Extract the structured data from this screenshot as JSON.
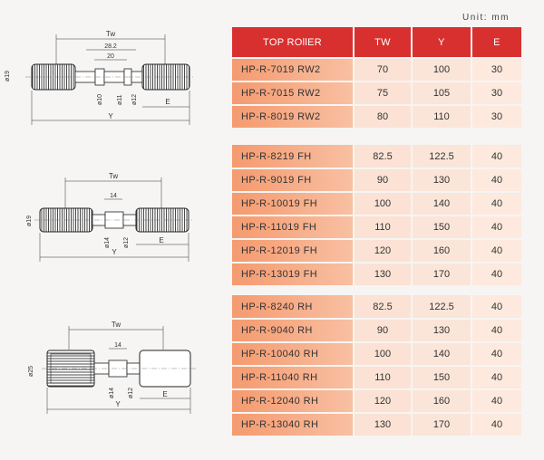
{
  "unit_label": "Unit: mm",
  "header": {
    "model": "TOP ROllER",
    "tw": "TW",
    "y": "Y",
    "e": "E"
  },
  "groups": [
    {
      "rows": [
        {
          "model": "HP-R-7019 RW2",
          "tw": "70",
          "y": "100",
          "e": "30"
        },
        {
          "model": "HP-R-7015 RW2",
          "tw": "75",
          "y": "105",
          "e": "30"
        },
        {
          "model": "HP-R-8019 RW2",
          "tw": "80",
          "y": "110",
          "e": "30"
        }
      ]
    },
    {
      "rows": [
        {
          "model": "HP-R-8219 FH",
          "tw": "82.5",
          "y": "122.5",
          "e": "40"
        },
        {
          "model": "HP-R-9019 FH",
          "tw": "90",
          "y": "130",
          "e": "40"
        },
        {
          "model": "HP-R-10019 FH",
          "tw": "100",
          "y": "140",
          "e": "40"
        },
        {
          "model": "HP-R-11019 FH",
          "tw": "110",
          "y": "150",
          "e": "40"
        },
        {
          "model": "HP-R-12019 FH",
          "tw": "120",
          "y": "160",
          "e": "40"
        },
        {
          "model": "HP-R-13019 FH",
          "tw": "130",
          "y": "170",
          "e": "40"
        }
      ]
    },
    {
      "rows": [
        {
          "model": "HP-R-8240 RH",
          "tw": "82.5",
          "y": "122.5",
          "e": "40"
        },
        {
          "model": "HP-R-9040 RH",
          "tw": "90",
          "y": "130",
          "e": "40"
        },
        {
          "model": "HP-R-10040 RH",
          "tw": "100",
          "y": "140",
          "e": "40"
        },
        {
          "model": "HP-R-11040 RH",
          "tw": "110",
          "y": "150",
          "e": "40"
        },
        {
          "model": "HP-R-12040 RH",
          "tw": "120",
          "y": "160",
          "e": "40"
        },
        {
          "model": "HP-R-13040 RH",
          "tw": "130",
          "y": "170",
          "e": "40"
        }
      ]
    }
  ],
  "diagrams": [
    {
      "tw": "Tw",
      "d1": "28.2",
      "d2": "20",
      "dia_left": "ø19",
      "dia_a": "ø10",
      "dia_b": "ø11",
      "dia_c": "ø12",
      "e": "E",
      "y": "Y"
    },
    {
      "tw": "Tw",
      "d1": "14",
      "dia_left": "ø19",
      "dia_a": "ø14",
      "dia_b": "ø12",
      "e": "E",
      "y": "Y"
    },
    {
      "tw": "Tw",
      "d1": "14",
      "dia_left": "ø25",
      "dia_a": "ø14",
      "dia_b": "ø12",
      "e": "E",
      "y": "Y"
    }
  ]
}
